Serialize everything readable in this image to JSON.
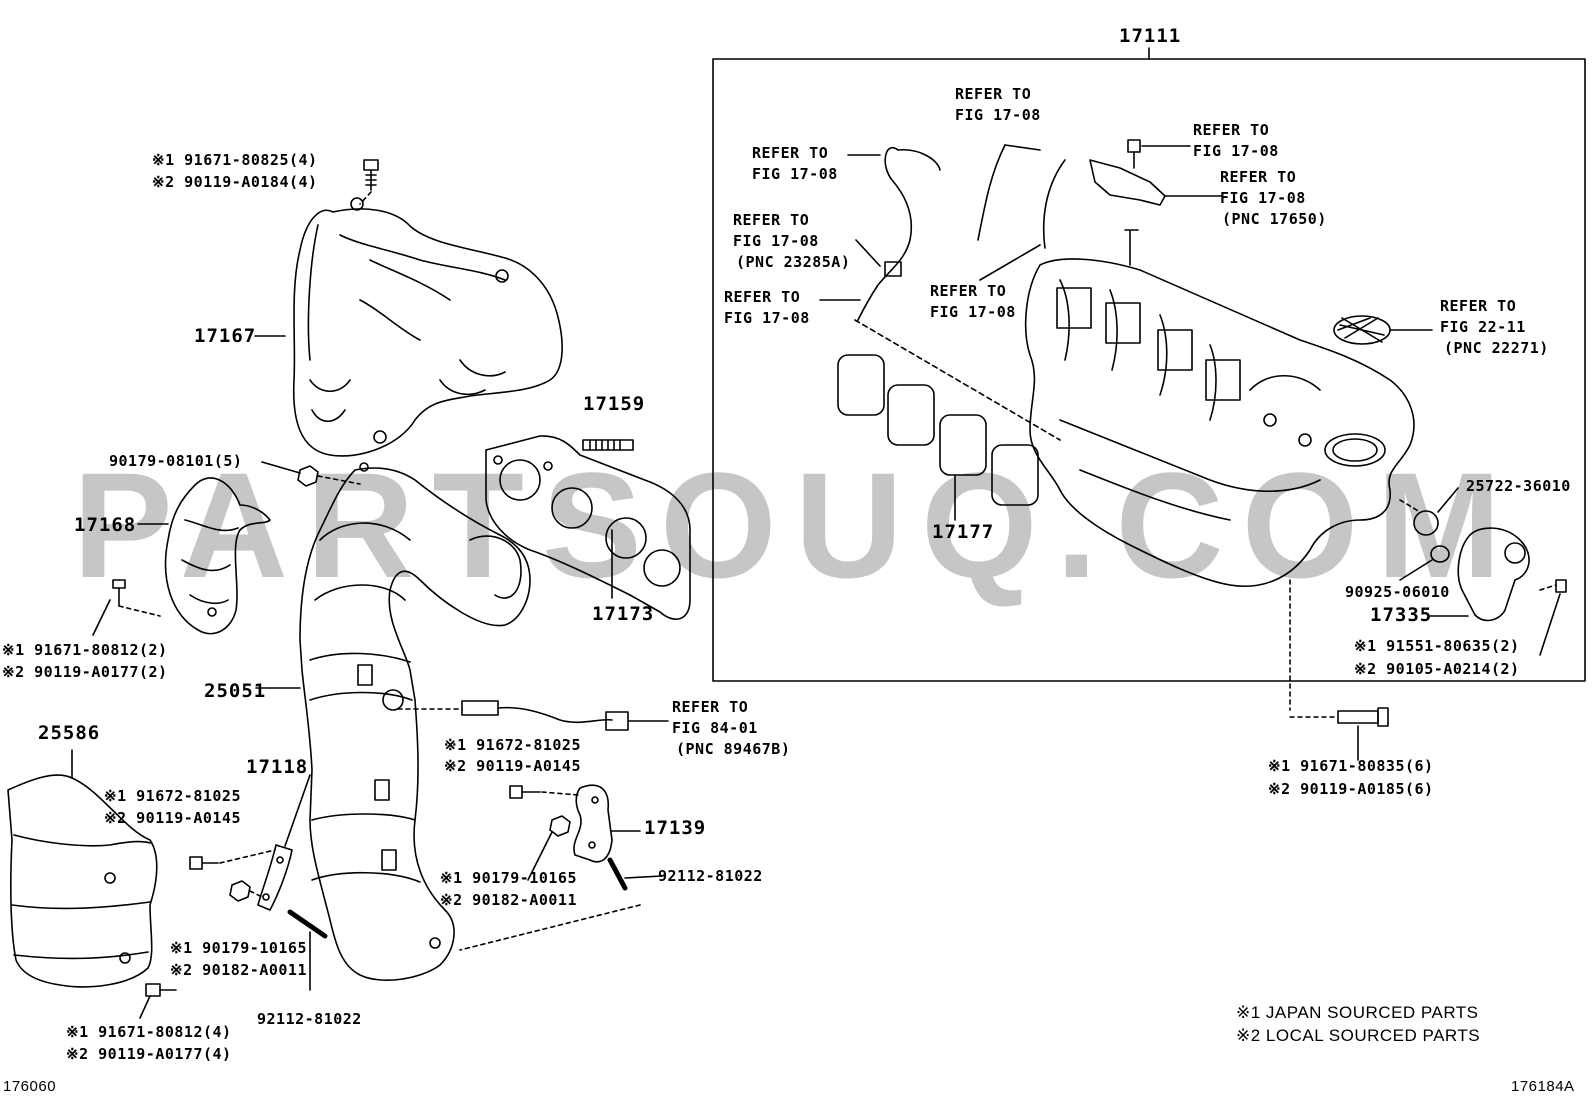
{
  "watermark": "PARTSOUQ.COM",
  "frame_label": "17111",
  "labels": {
    "p17167": "17167",
    "p17168": "17168",
    "p17159": "17159",
    "p17173": "17173",
    "p17177": "17177",
    "p25051": "25051",
    "p25586": "25586",
    "p17118": "17118",
    "p17139": "17139",
    "p17335": "17335",
    "p25722": "25722-36010",
    "p90925": "90925-06010",
    "p90179_5": "90179-08101(5)",
    "bolt_top_1": "※1 91671-80825(4)",
    "bolt_top_2": "※2 90119-A0184(4)",
    "bolt_17168_1": "※1 91671-80812(2)",
    "bolt_17168_2": "※2 90119-A0177(2)",
    "bolt_25586_1": "※1 91671-80812(4)",
    "bolt_25586_2": "※2 90119-A0177(4)",
    "bolt_17118_1": "※1 91672-81025",
    "bolt_17118_2": "※2 90119-A0145",
    "nut_17118_1": "※1 90179-10165",
    "nut_17118_2": "※2 90182-A0011",
    "stud_92112_a": "92112-81022",
    "bolt_sensor_1": "※1 91672-81025",
    "bolt_sensor_2": "※2 90119-A0145",
    "nut_17139_1": "※1 90179-10165",
    "nut_17139_2": "※2 90182-A0011",
    "stud_92112_b": "92112-81022",
    "bolt_17335_1": "※1 91551-80635(2)",
    "bolt_17335_2": "※2 90105-A0214(2)",
    "bolt_manifold_1": "※1 91671-80835(6)",
    "bolt_manifold_2": "※2 90119-A0185(6)"
  },
  "refers": {
    "r1a": "REFER TO",
    "r1b": "FIG 17-08",
    "r2a": "REFER TO",
    "r2b": "FIG 17-08",
    "r3a": "REFER TO",
    "r3b": "FIG 17-08",
    "r3c": "(PNC 23285A)",
    "r4a": "REFER TO",
    "r4b": "FIG 17-08",
    "r5a": "REFER TO",
    "r5b": "FIG 17-08",
    "r6a": "REFER TO",
    "r6b": "FIG 17-08",
    "r7a": "REFER TO",
    "r7b": "FIG 17-08",
    "r7c": "(PNC 17650)",
    "r8a": "REFER TO",
    "r8b": "FIG 22-11",
    "r8c": "(PNC 22271)",
    "r9a": "REFER TO",
    "r9b": "FIG 84-01",
    "r9c": "(PNC 89467B)"
  },
  "legend": {
    "line1": "※1 JAPAN SOURCED PARTS",
    "line2": "※2 LOCAL SOURCED PARTS"
  },
  "footer": {
    "left_code": "176060",
    "right_code": "176184A"
  }
}
